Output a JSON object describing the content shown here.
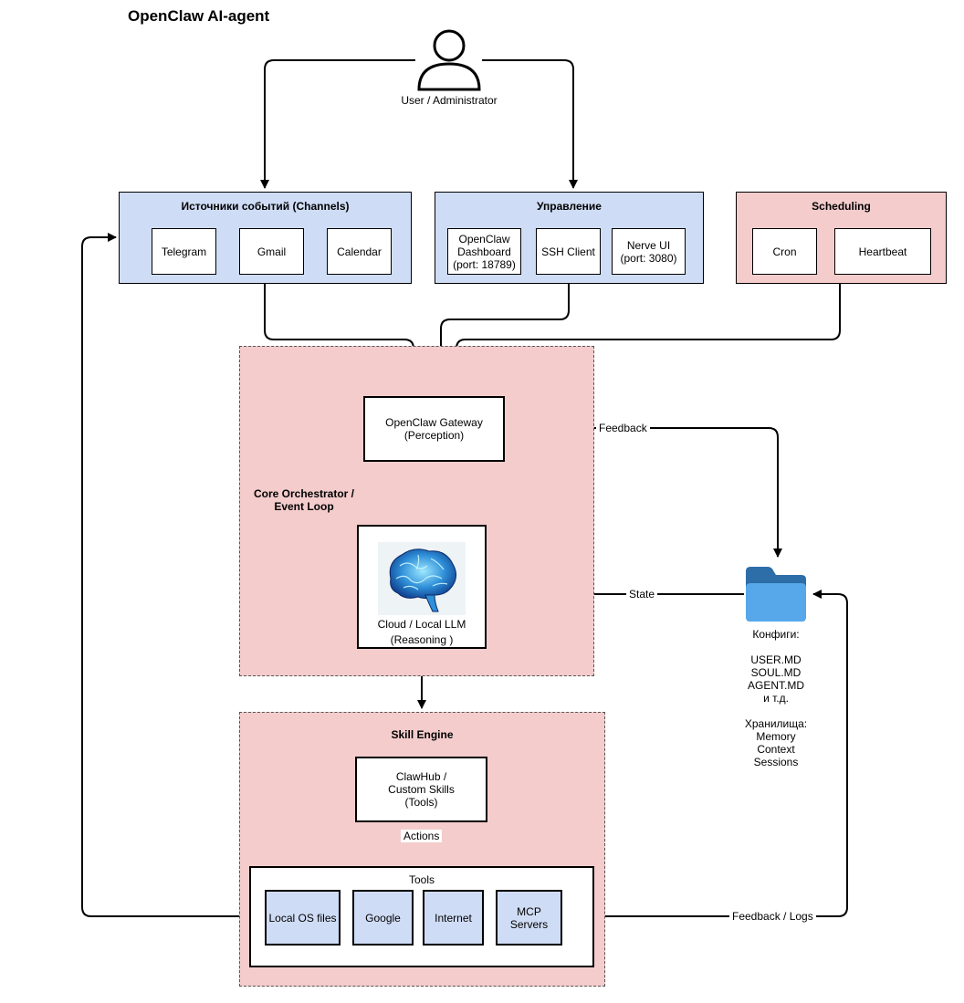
{
  "title": "OpenClaw AI-agent",
  "user": {
    "label": "User / Administrator",
    "icon": "user-icon"
  },
  "channels": {
    "title": "Источники событий (Channels)",
    "items": [
      "Telegram",
      "Gmail",
      "Calendar"
    ]
  },
  "management": {
    "title": "Управление",
    "items": [
      "OpenClaw\nDashboard\n(port: 18789)",
      "SSH Client",
      "Nerve UI\n(port: 3080)"
    ]
  },
  "scheduling": {
    "title": "Scheduling",
    "items": [
      "Cron",
      "Heartbeat"
    ]
  },
  "core": {
    "title": "Core Orchestrator /\nEvent Loop",
    "gateway": "OpenClaw Gateway\n(Perception)",
    "llm_line1": "Cloud / Local LLM",
    "llm_line2": "(Reasoning )",
    "llm_icon": "brain-icon"
  },
  "skill_engine": {
    "title": "Skill Engine",
    "clawhub": "ClawHub /\nCustom Skills\n(Tools)",
    "tools_title": "Tools",
    "tools": [
      "Local OS files",
      "Google",
      "Internet",
      "MCP\nServers"
    ]
  },
  "storage": {
    "icon": "folder-icon",
    "text": "Конфиги:\n\nUSER.MD\nSOUL.MD\nAGENT.MD\nи т.д.\n\nХранилища:\nMemory\nContext\nSessions"
  },
  "edges": {
    "feedback": "Feedback",
    "state": "State",
    "actions": "Actions",
    "feedback_logs": "Feedback / Logs"
  },
  "colors": {
    "blue_fill": "#cfdcf5",
    "pink_fill": "#f4cccc",
    "folder_dark": "#2d6da8",
    "folder_light": "#56a8ea"
  }
}
